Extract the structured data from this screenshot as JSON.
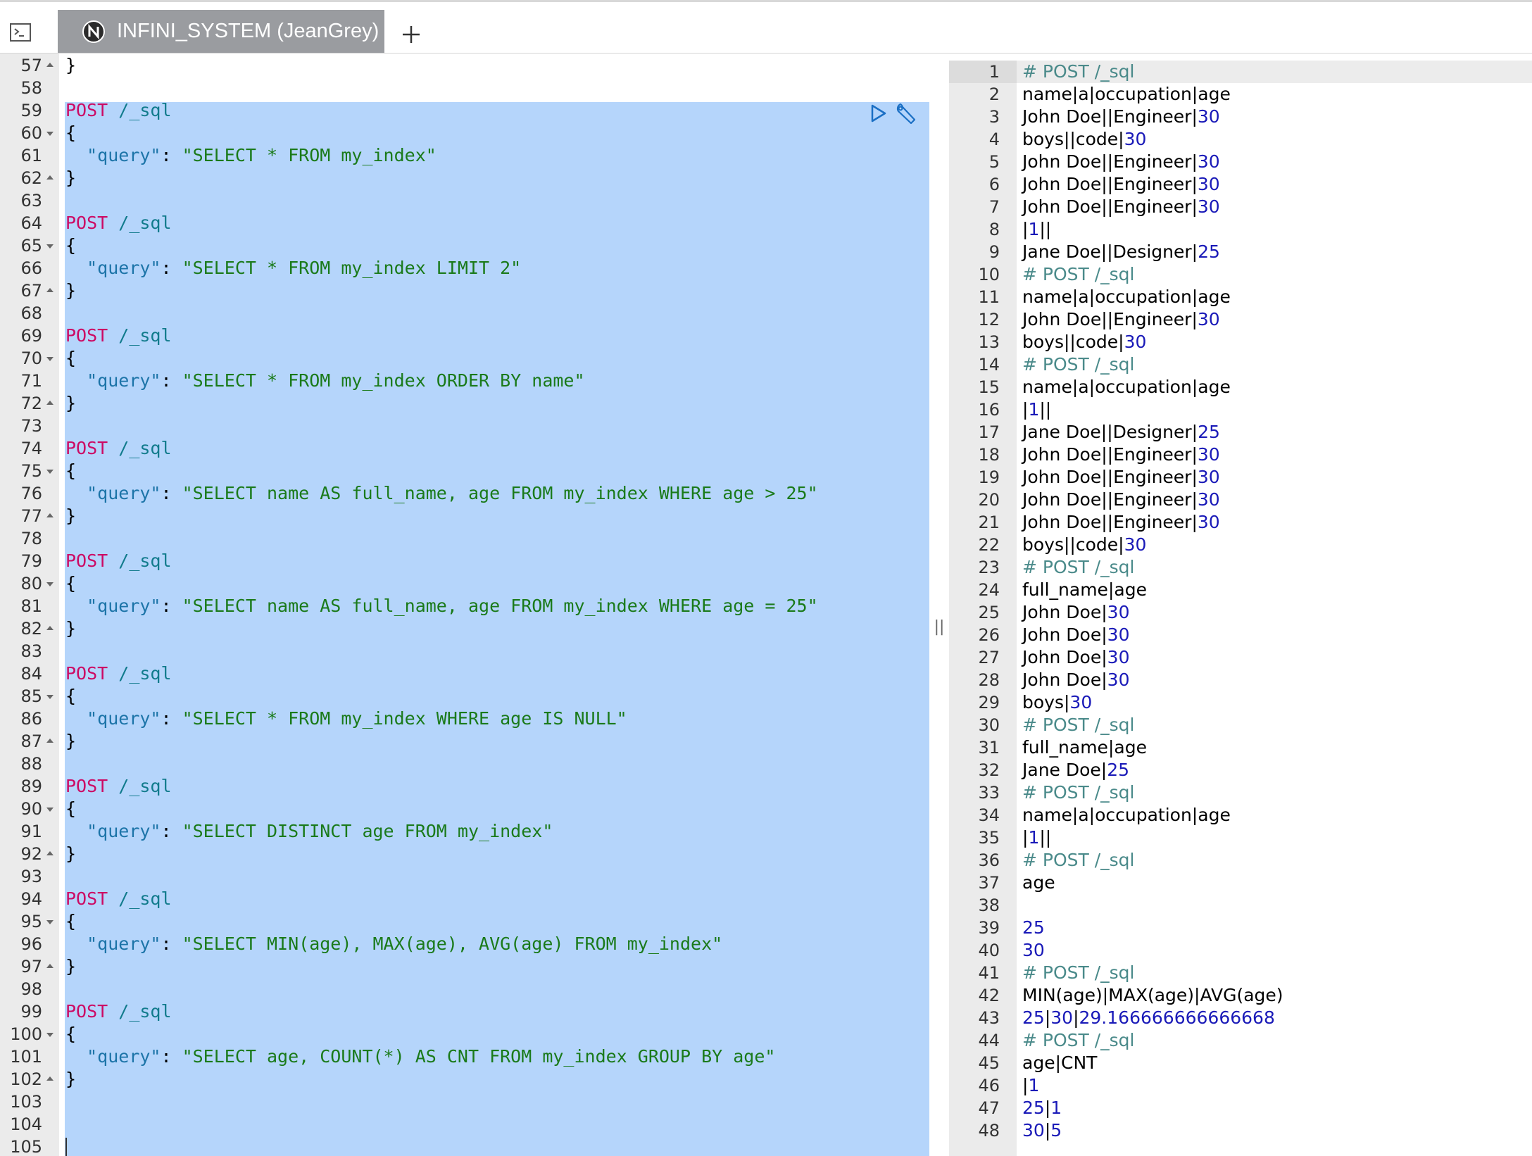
{
  "tabbar": {
    "tab_label": "INFINI_SYSTEM (JeanGrey)",
    "console_icon": "terminal-icon",
    "add_icon": "plus-icon",
    "tab_logo_icon": "infini-logo-icon"
  },
  "colors": {
    "selection": "#b5d5fb",
    "method": "#cc0a64",
    "path": "#117b8c",
    "string": "#1a7a1a",
    "number": "#1a1ab8",
    "tab_background": "#9a9ca0"
  },
  "editor": {
    "lines": [
      {
        "n": "57",
        "fold": "up",
        "kind": "close"
      },
      {
        "n": "58",
        "fold": "",
        "kind": "blank"
      },
      {
        "n": "59",
        "fold": "",
        "kind": "post"
      },
      {
        "n": "60",
        "fold": "down",
        "kind": "open"
      },
      {
        "n": "61",
        "fold": "",
        "kind": "query",
        "q": "SELECT * FROM my_index"
      },
      {
        "n": "62",
        "fold": "up",
        "kind": "close"
      },
      {
        "n": "63",
        "fold": "",
        "kind": "blank"
      },
      {
        "n": "64",
        "fold": "",
        "kind": "post"
      },
      {
        "n": "65",
        "fold": "down",
        "kind": "open"
      },
      {
        "n": "66",
        "fold": "",
        "kind": "query",
        "q": "SELECT * FROM my_index LIMIT 2"
      },
      {
        "n": "67",
        "fold": "up",
        "kind": "close"
      },
      {
        "n": "68",
        "fold": "",
        "kind": "blank"
      },
      {
        "n": "69",
        "fold": "",
        "kind": "post"
      },
      {
        "n": "70",
        "fold": "down",
        "kind": "open"
      },
      {
        "n": "71",
        "fold": "",
        "kind": "query",
        "q": "SELECT * FROM my_index ORDER BY name"
      },
      {
        "n": "72",
        "fold": "up",
        "kind": "close"
      },
      {
        "n": "73",
        "fold": "",
        "kind": "blank"
      },
      {
        "n": "74",
        "fold": "",
        "kind": "post"
      },
      {
        "n": "75",
        "fold": "down",
        "kind": "open"
      },
      {
        "n": "76",
        "fold": "",
        "kind": "query",
        "q": "SELECT name AS full_name, age FROM my_index WHERE age > 25"
      },
      {
        "n": "77",
        "fold": "up",
        "kind": "close"
      },
      {
        "n": "78",
        "fold": "",
        "kind": "blank"
      },
      {
        "n": "79",
        "fold": "",
        "kind": "post"
      },
      {
        "n": "80",
        "fold": "down",
        "kind": "open"
      },
      {
        "n": "81",
        "fold": "",
        "kind": "query",
        "q": "SELECT name AS full_name, age FROM my_index WHERE age = 25"
      },
      {
        "n": "82",
        "fold": "up",
        "kind": "close"
      },
      {
        "n": "83",
        "fold": "",
        "kind": "blank"
      },
      {
        "n": "84",
        "fold": "",
        "kind": "post"
      },
      {
        "n": "85",
        "fold": "down",
        "kind": "open"
      },
      {
        "n": "86",
        "fold": "",
        "kind": "query",
        "q": "SELECT * FROM my_index WHERE age IS NULL"
      },
      {
        "n": "87",
        "fold": "up",
        "kind": "close"
      },
      {
        "n": "88",
        "fold": "",
        "kind": "blank"
      },
      {
        "n": "89",
        "fold": "",
        "kind": "post"
      },
      {
        "n": "90",
        "fold": "down",
        "kind": "open"
      },
      {
        "n": "91",
        "fold": "",
        "kind": "query",
        "q": "SELECT DISTINCT age FROM my_index"
      },
      {
        "n": "92",
        "fold": "up",
        "kind": "close"
      },
      {
        "n": "93",
        "fold": "",
        "kind": "blank"
      },
      {
        "n": "94",
        "fold": "",
        "kind": "post"
      },
      {
        "n": "95",
        "fold": "down",
        "kind": "open"
      },
      {
        "n": "96",
        "fold": "",
        "kind": "query",
        "q": "SELECT MIN(age), MAX(age), AVG(age) FROM my_index"
      },
      {
        "n": "97",
        "fold": "up",
        "kind": "close"
      },
      {
        "n": "98",
        "fold": "",
        "kind": "blank"
      },
      {
        "n": "99",
        "fold": "",
        "kind": "post"
      },
      {
        "n": "100",
        "fold": "down",
        "kind": "open"
      },
      {
        "n": "101",
        "fold": "",
        "kind": "query",
        "q": "SELECT age, COUNT(*) AS CNT FROM my_index GROUP BY age"
      },
      {
        "n": "102",
        "fold": "up",
        "kind": "close"
      },
      {
        "n": "103",
        "fold": "",
        "kind": "blank"
      },
      {
        "n": "104",
        "fold": "",
        "kind": "blank"
      },
      {
        "n": "105",
        "fold": "",
        "kind": "blank"
      }
    ],
    "tokens": {
      "method": "POST",
      "path": "/_sql",
      "open_brace": "{",
      "close_brace": "}",
      "query_key": "\"query\"",
      "colon": ": "
    },
    "run_icon": "play-icon",
    "wrench_icon": "wrench-icon"
  },
  "output": {
    "lines": [
      {
        "n": "1",
        "t": "# POST /_sql"
      },
      {
        "n": "2",
        "t": "name|a|occupation|age"
      },
      {
        "n": "3",
        "t": "John Doe||Engineer|30"
      },
      {
        "n": "4",
        "t": "boys||code|30"
      },
      {
        "n": "5",
        "t": "John Doe||Engineer|30"
      },
      {
        "n": "6",
        "t": "John Doe||Engineer|30"
      },
      {
        "n": "7",
        "t": "John Doe||Engineer|30"
      },
      {
        "n": "8",
        "t": "|1||"
      },
      {
        "n": "9",
        "t": "Jane Doe||Designer|25"
      },
      {
        "n": "10",
        "t": "# POST /_sql"
      },
      {
        "n": "11",
        "t": "name|a|occupation|age"
      },
      {
        "n": "12",
        "t": "John Doe||Engineer|30"
      },
      {
        "n": "13",
        "t": "boys||code|30"
      },
      {
        "n": "14",
        "t": "# POST /_sql"
      },
      {
        "n": "15",
        "t": "name|a|occupation|age"
      },
      {
        "n": "16",
        "t": "|1||"
      },
      {
        "n": "17",
        "t": "Jane Doe||Designer|25"
      },
      {
        "n": "18",
        "t": "John Doe||Engineer|30"
      },
      {
        "n": "19",
        "t": "John Doe||Engineer|30"
      },
      {
        "n": "20",
        "t": "John Doe||Engineer|30"
      },
      {
        "n": "21",
        "t": "John Doe||Engineer|30"
      },
      {
        "n": "22",
        "t": "boys||code|30"
      },
      {
        "n": "23",
        "t": "# POST /_sql"
      },
      {
        "n": "24",
        "t": "full_name|age"
      },
      {
        "n": "25",
        "t": "John Doe|30"
      },
      {
        "n": "26",
        "t": "John Doe|30"
      },
      {
        "n": "27",
        "t": "John Doe|30"
      },
      {
        "n": "28",
        "t": "John Doe|30"
      },
      {
        "n": "29",
        "t": "boys|30"
      },
      {
        "n": "30",
        "t": "# POST /_sql"
      },
      {
        "n": "31",
        "t": "full_name|age"
      },
      {
        "n": "32",
        "t": "Jane Doe|25"
      },
      {
        "n": "33",
        "t": "# POST /_sql"
      },
      {
        "n": "34",
        "t": "name|a|occupation|age"
      },
      {
        "n": "35",
        "t": "|1||"
      },
      {
        "n": "36",
        "t": "# POST /_sql"
      },
      {
        "n": "37",
        "t": "age"
      },
      {
        "n": "38",
        "t": ""
      },
      {
        "n": "39",
        "t": "25"
      },
      {
        "n": "40",
        "t": "30"
      },
      {
        "n": "41",
        "t": "# POST /_sql"
      },
      {
        "n": "42",
        "t": "MIN(age)|MAX(age)|AVG(age)"
      },
      {
        "n": "43",
        "t": "25|30|29.166666666666668"
      },
      {
        "n": "44",
        "t": "# POST /_sql"
      },
      {
        "n": "45",
        "t": "age|CNT"
      },
      {
        "n": "46",
        "t": "|1"
      },
      {
        "n": "47",
        "t": "25|1"
      },
      {
        "n": "48",
        "t": "30|5"
      }
    ]
  },
  "divider": {
    "handle": "||"
  }
}
